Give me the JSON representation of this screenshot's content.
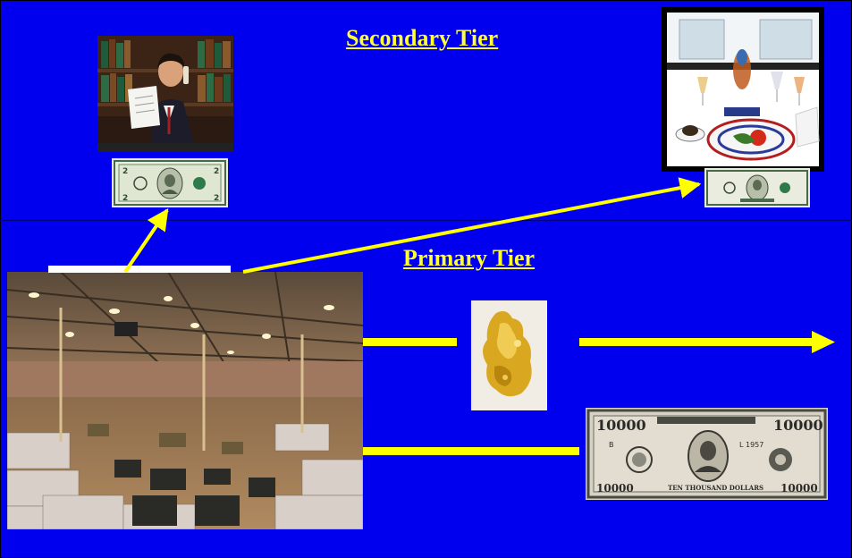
{
  "slide": {
    "secondary_title": "Secondary Tier",
    "primary_title": "Primary Tier",
    "colors": {
      "background": "#0000ee",
      "title": "#ffff33",
      "arrow": "#ffff00"
    }
  },
  "images": {
    "businessman": {
      "icon": "businessman-photo",
      "caption": ""
    },
    "two_dollar_left": {
      "icon": "two-dollar-bill"
    },
    "dining": {
      "icon": "dining-table-photo"
    },
    "two_dollar_right": {
      "icon": "two-dollar-bill"
    },
    "warehouse": {
      "icon": "warehouse-photo"
    },
    "gold": {
      "icon": "gold-nugget-photo"
    },
    "ten_thousand": {
      "icon": "ten-thousand-dollar-bill"
    }
  }
}
